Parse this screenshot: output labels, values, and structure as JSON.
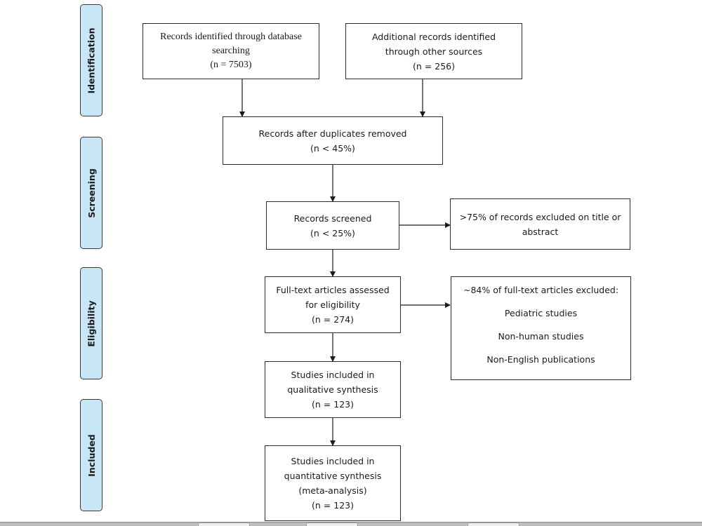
{
  "stages": [
    {
      "id": "identification",
      "label": "Identification"
    },
    {
      "id": "screening",
      "label": "Screening"
    },
    {
      "id": "eligibility",
      "label": "Eligibility"
    },
    {
      "id": "included",
      "label": "Included"
    }
  ],
  "boxes": {
    "database_search": {
      "lines": [
        "Records identified through database",
        "searching",
        "(n = 7503)"
      ]
    },
    "other_sources": {
      "lines": [
        "Additional records identified",
        "through other sources",
        "(n = 256)"
      ]
    },
    "duplicates_removed": {
      "lines": [
        "Records after duplicates removed",
        "(n < 45%)"
      ]
    },
    "records_screened": {
      "lines": [
        "Records screened",
        "(n < 25%)"
      ]
    },
    "records_excluded": {
      "lines": [
        ">75% of records excluded on title or",
        "abstract"
      ]
    },
    "fulltext_assessed": {
      "lines": [
        "Full-text articles assessed",
        "for eligibility",
        "(n = 274)"
      ]
    },
    "fulltext_excluded": {
      "heading": "~84% of full-text articles excluded:",
      "reasons": [
        "Pediatric studies",
        "Non-human studies",
        "Non-English publications"
      ]
    },
    "qualitative": {
      "lines": [
        "Studies included in",
        "qualitative synthesis",
        "(n = 123)"
      ]
    },
    "quantitative": {
      "lines": [
        "Studies included in",
        "quantitative synthesis",
        "(meta-analysis)",
        "(n = 123)"
      ]
    }
  }
}
